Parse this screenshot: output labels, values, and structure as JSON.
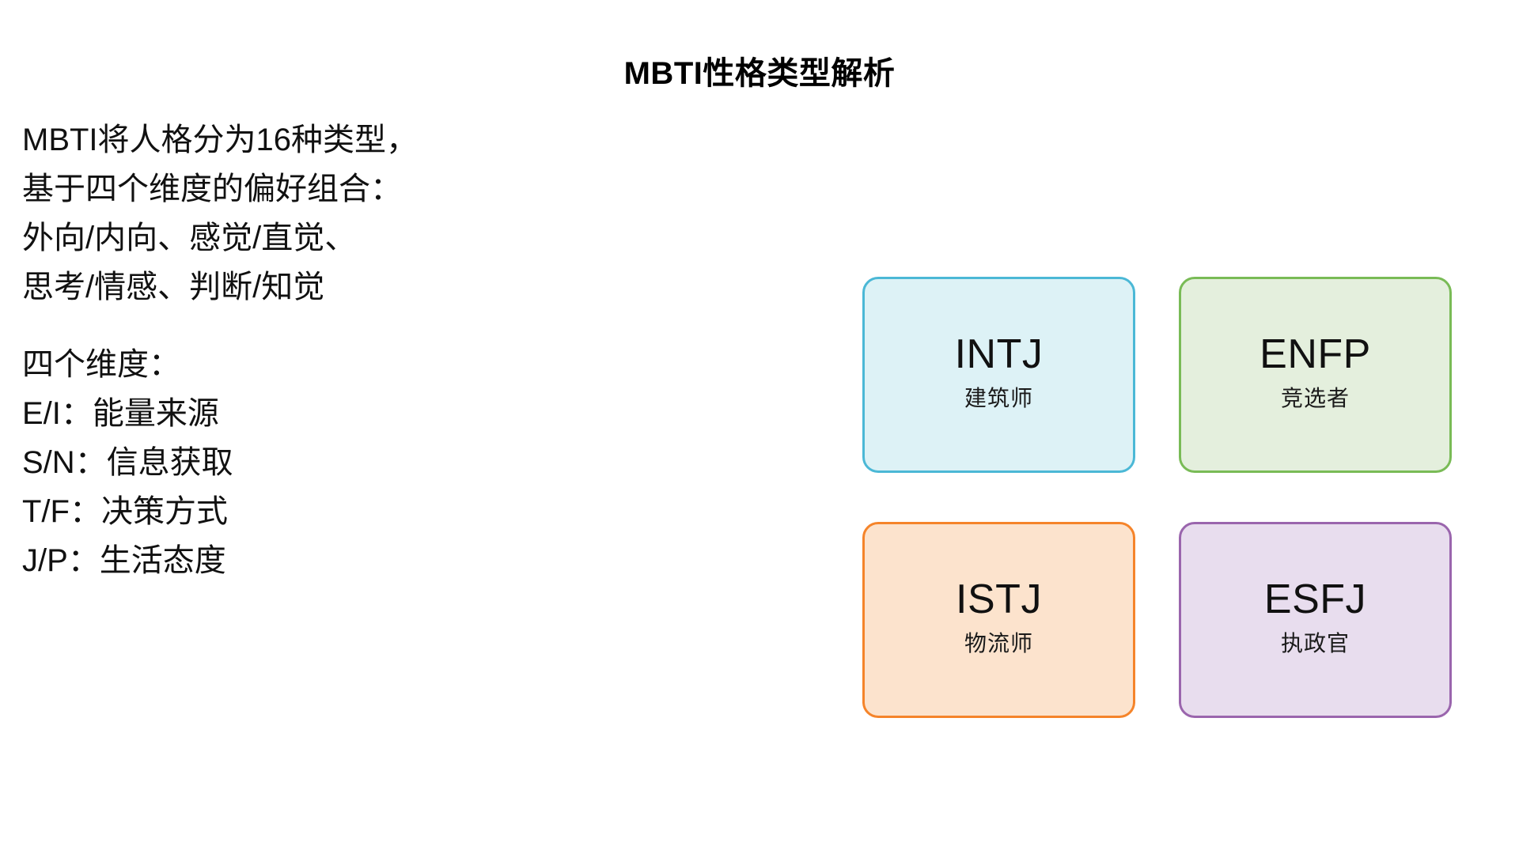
{
  "slide": {
    "title": "MBTI性格类型解析",
    "background": "#ffffff"
  },
  "body": {
    "paragraphs": [
      {
        "id": "intro",
        "lines": [
          "MBTI将人格分为16种类型，",
          "基于四个维度的偏好组合：",
          "外向/内向、感觉/直觉、",
          "思考/情感、判断/知觉"
        ]
      },
      {
        "id": "dimensions",
        "lines": [
          "四个维度：",
          "E/I：能量来源",
          "S/N：信息获取",
          "T/F：决策方式",
          "J/P：生活态度"
        ]
      }
    ]
  },
  "cards": [
    {
      "code": "INTJ",
      "name": "建筑师",
      "fill": "#ddf2f6",
      "border": "#4bb8d6"
    },
    {
      "code": "ENFP",
      "name": "竞选者",
      "fill": "#e4efdd",
      "border": "#79bb56"
    },
    {
      "code": "ISTJ",
      "name": "物流师",
      "fill": "#fce3cd",
      "border": "#f5842a"
    },
    {
      "code": "ESFJ",
      "name": "执政官",
      "fill": "#e8ddee",
      "border": "#9a65ad"
    }
  ]
}
